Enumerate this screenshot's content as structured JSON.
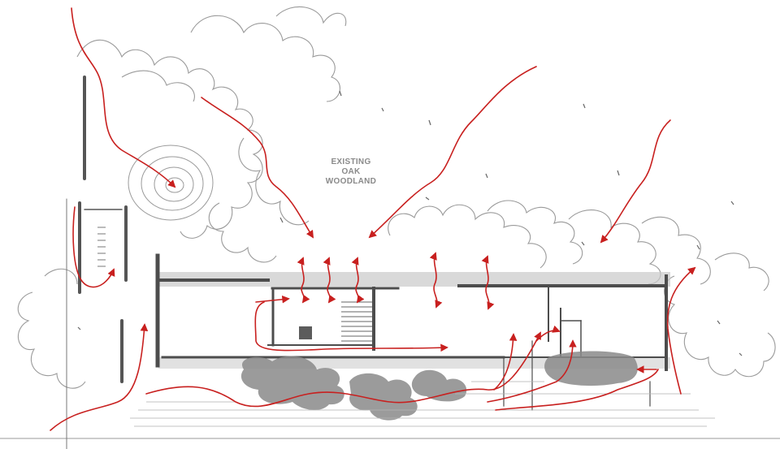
{
  "annotation": {
    "lines": [
      "EXISTING",
      "OAK",
      "WOODLAND"
    ]
  },
  "colors": {
    "arrow": "#c8201f",
    "pencil": "#555555",
    "pencil_light": "#9a9a9a",
    "shade": "#8a8a8a",
    "paper": "#ffffff"
  }
}
